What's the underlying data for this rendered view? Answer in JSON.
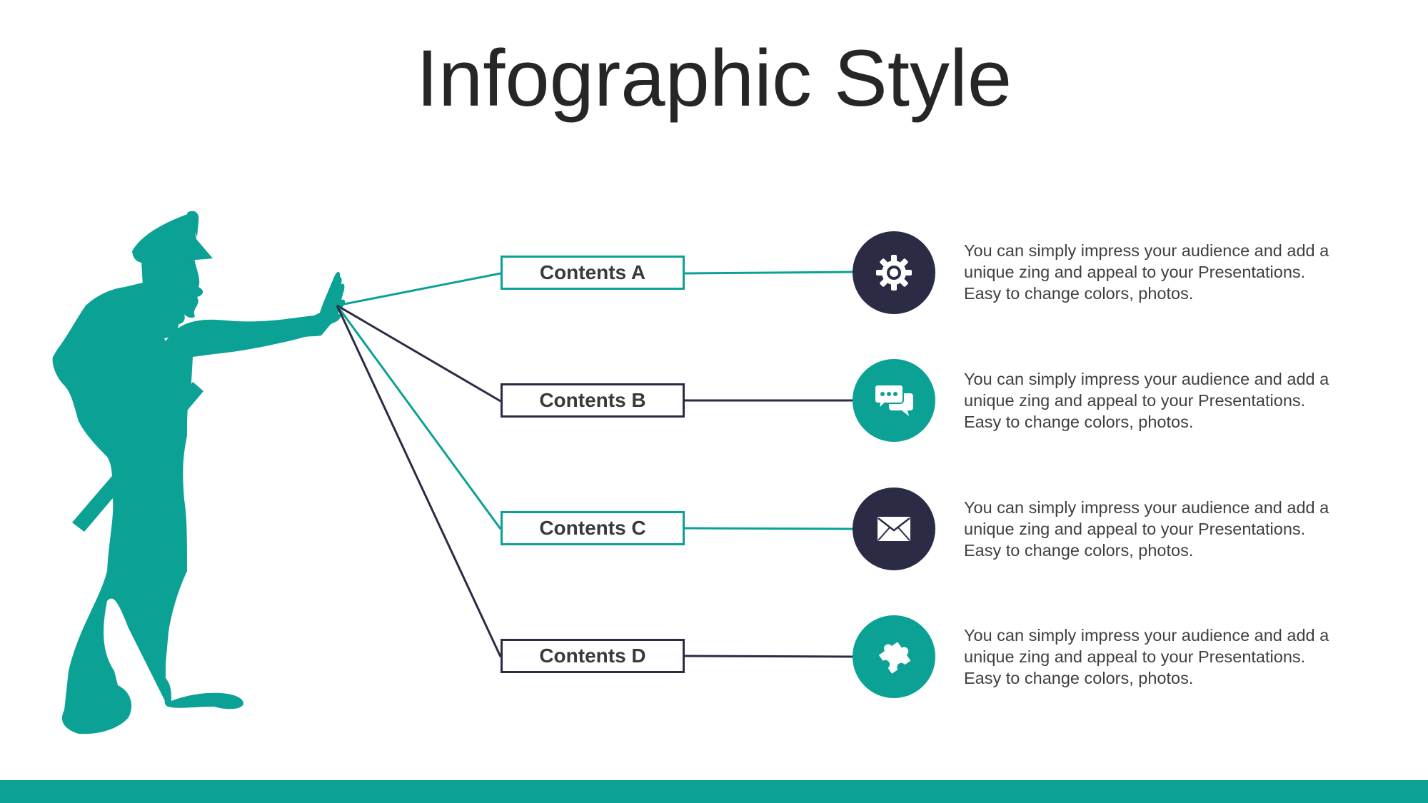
{
  "title": "Infographic Style",
  "colors": {
    "teal": "#0ba195",
    "navy": "#2b2b45",
    "text": "#404040",
    "title": "#262626"
  },
  "figure": {
    "icon": "police-officer-silhouette-icon"
  },
  "items": [
    {
      "label": "Contents A",
      "icon": "gear-icon",
      "color": "teal",
      "circle": "navy",
      "desc": [
        "You can simply impress your audience and add a",
        "unique zing and appeal to your Presentations.",
        "Easy to change colors, photos."
      ]
    },
    {
      "label": "Contents B",
      "icon": "chat-bubbles-icon",
      "color": "navy",
      "circle": "teal",
      "desc": [
        "You can simply impress your audience and add a",
        "unique zing and appeal to your Presentations.",
        "Easy to change colors, photos."
      ]
    },
    {
      "label": "Contents C",
      "icon": "envelope-icon",
      "color": "teal",
      "circle": "navy",
      "desc": [
        "You can simply impress your audience and add a",
        "unique zing and appeal to your Presentations.",
        "Easy to change colors, photos."
      ]
    },
    {
      "label": "Contents D",
      "icon": "puzzle-piece-icon",
      "color": "navy",
      "circle": "teal",
      "desc": [
        "You can simply impress your audience and add a",
        "unique zing and appeal to your Presentations.",
        "Easy to change colors, photos."
      ]
    }
  ]
}
